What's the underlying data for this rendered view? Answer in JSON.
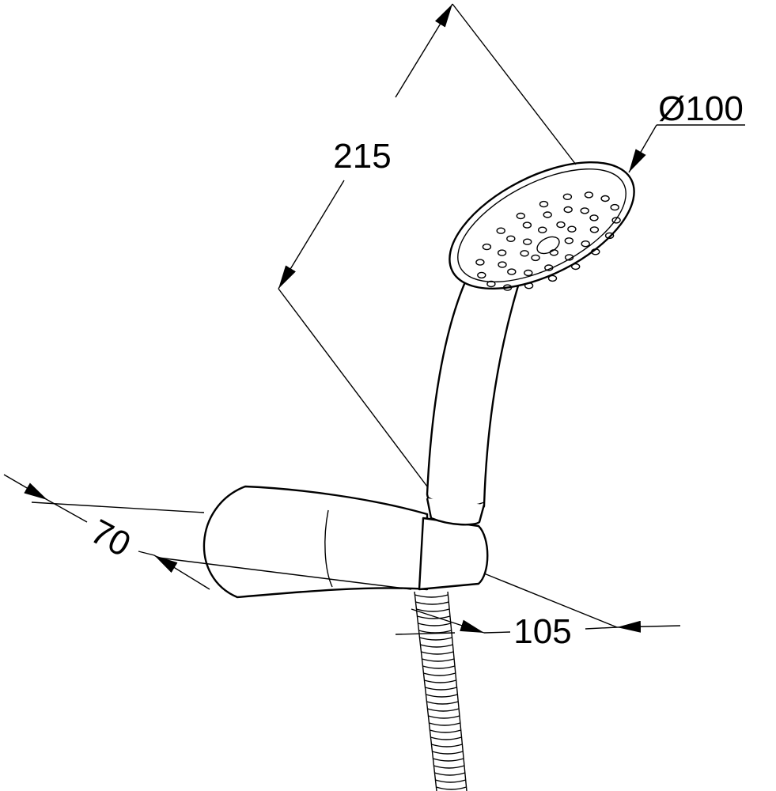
{
  "drawing": {
    "dimensions": {
      "overall_length": "215",
      "head_diameter": "Ø100",
      "holder_width": "70",
      "holder_projection": "105"
    }
  }
}
